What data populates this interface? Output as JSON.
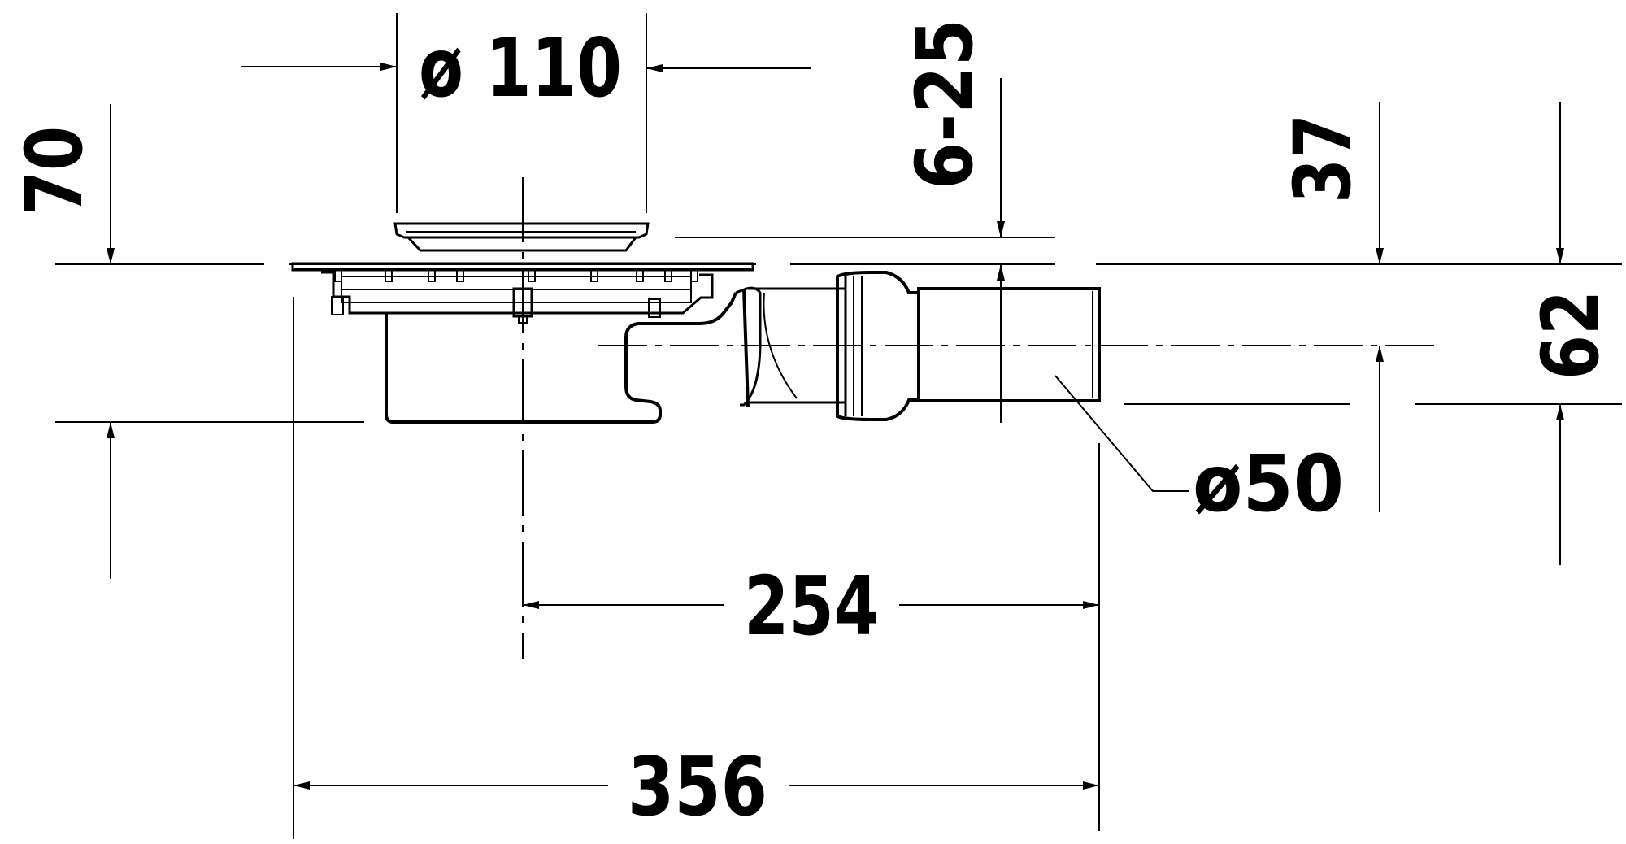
{
  "dimensions": {
    "diameter_top": "ø 110",
    "height_total": "70",
    "range_adjust": "6-25",
    "height_outlet": "37",
    "outlet_height": "62",
    "outlet_diameter": "ø50",
    "length_center": "254",
    "length_total": "356"
  }
}
